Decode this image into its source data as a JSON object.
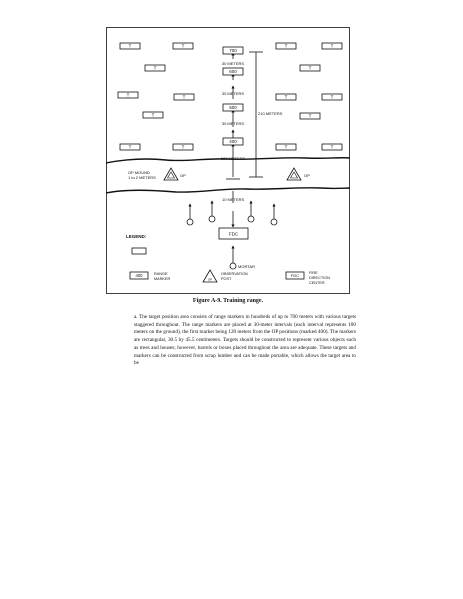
{
  "diagram": {
    "target_label": "T",
    "range_markers": [
      "700",
      "600",
      "500",
      "400"
    ],
    "intervals": [
      "30 METERS",
      "30 METERS",
      "30 METERS",
      "120 METERS"
    ],
    "span_label": "210 METERS",
    "op_mound_label_1": "OP MOUND",
    "op_mound_label_2": "1 to 2 METERS",
    "op_label": "OP",
    "fdc_distance": "10 METERS",
    "fdc_label": "FDC",
    "mortar_label": "MORTAR",
    "legend": {
      "title": "LEGEND:",
      "range_marker_value": "400",
      "range_marker_text_1": "RANGE",
      "range_marker_text_2": "MARKER",
      "observation_text_1": "OBSERVATION",
      "observation_text_2": "POST",
      "observation_symbol": "OP",
      "fdc_symbol": "FDC",
      "fdc_text_1": "FIRE",
      "fdc_text_2": "DIRECTION",
      "fdc_text_3": "CENTER"
    }
  },
  "caption": "Figure A-9. Training range.",
  "paragraph": "a. The target position area consists of range markers in hundreds of up to 700 meters with various targets staggered throughout. The range markers are placed at 30-meter intervals (each interval represents 100 meters on the ground), the first marker being 120 meters from the OP positions (marked 400). The markers are rectangular, 30.5 by 45.5 centimeters. Targets should be constructed to represent various objects such as trees and houses; however, barrels or boxes placed throughout the area are adequate. These targets and markers can be constructed from scrap lumber and can be made portable, which allows the target area to be"
}
